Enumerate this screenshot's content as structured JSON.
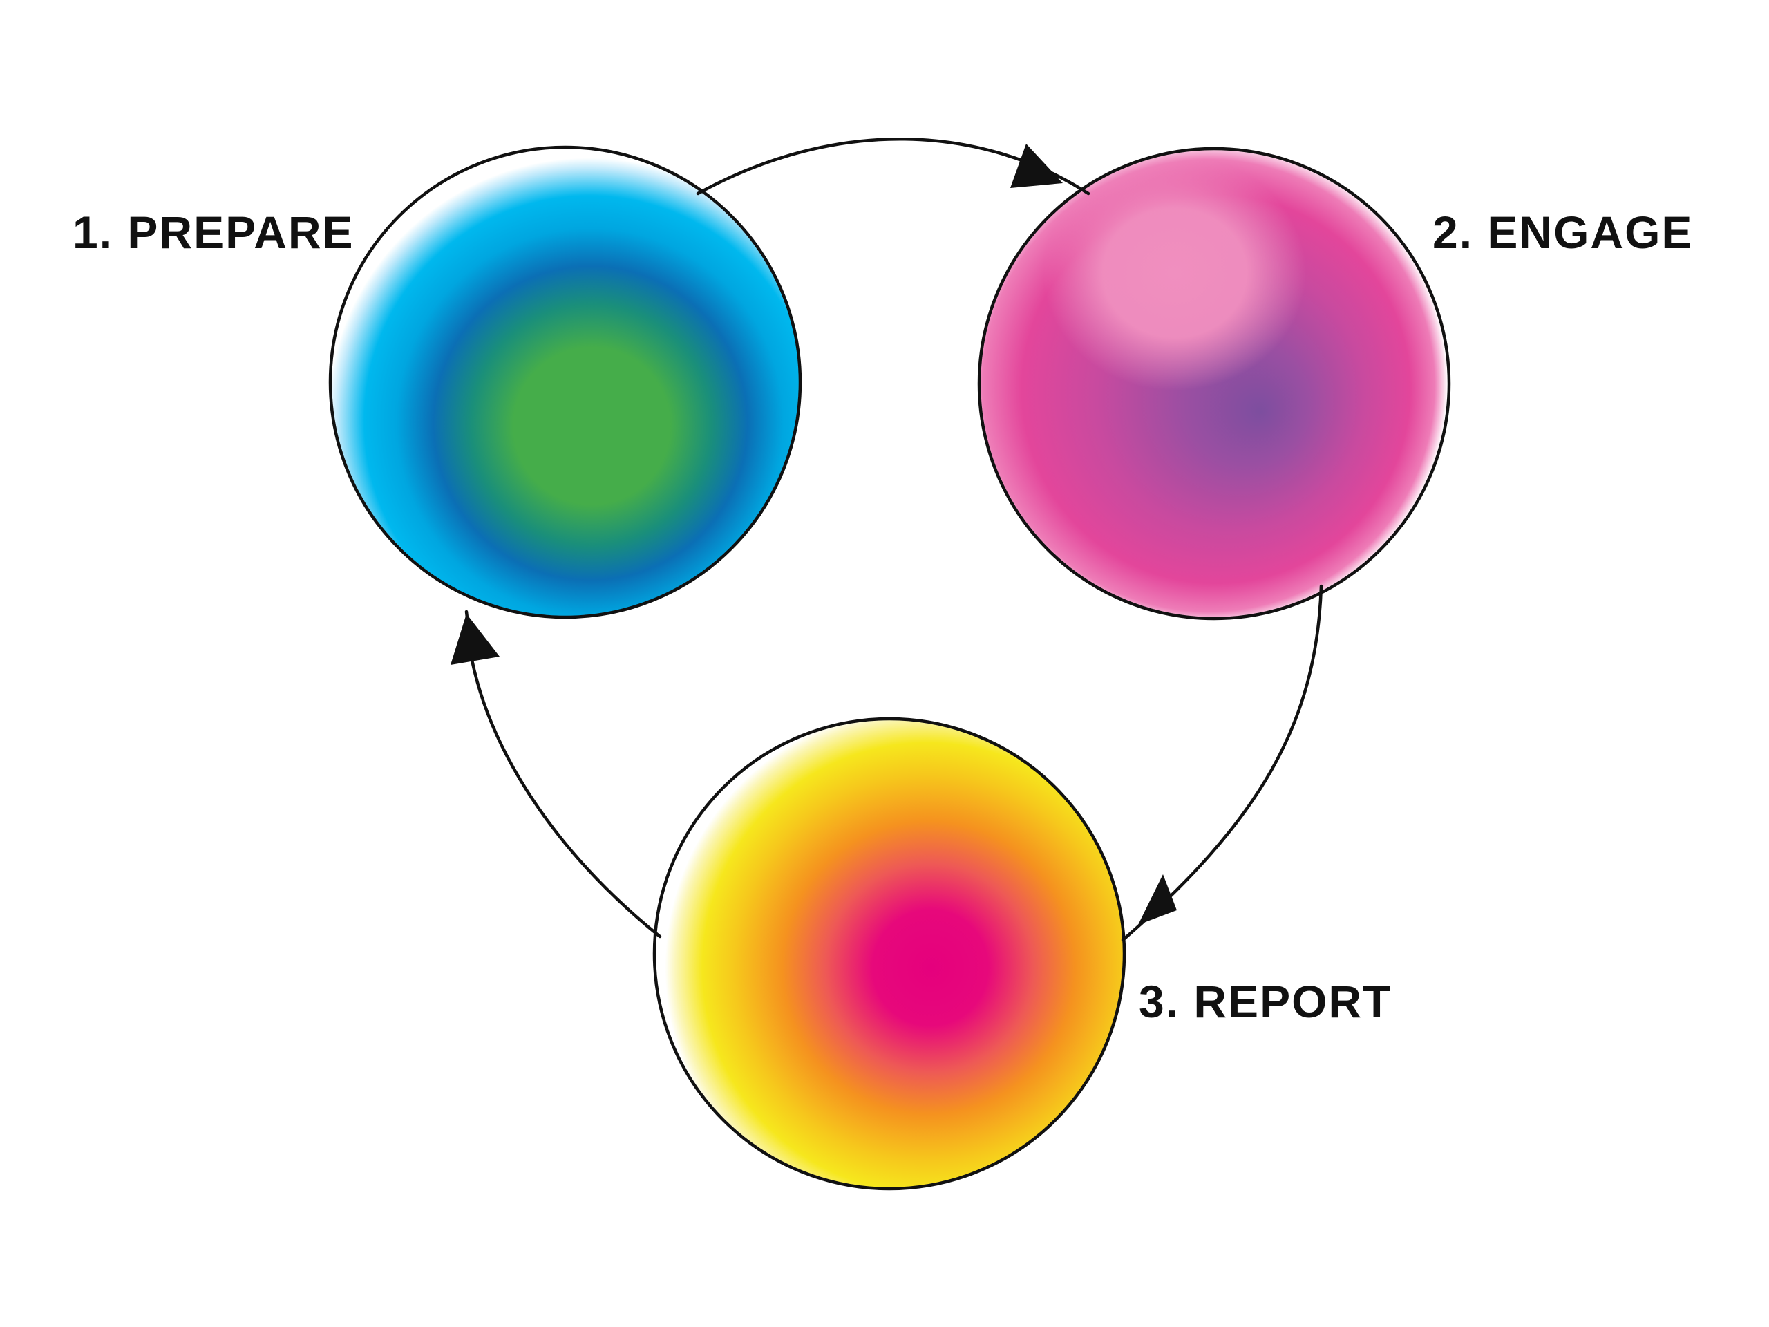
{
  "stages": [
    {
      "label": "1. PREPARE",
      "colors": {
        "inner": "#45ad4a",
        "mid": "#0b6fb5",
        "outer": "#00b8ee",
        "edge": "#ffffff"
      }
    },
    {
      "label": "2. ENGAGE",
      "colors": {
        "highlight": "#f08fbf",
        "inner": "#7d4e9f",
        "outer": "#e3469b",
        "edge": "#ffffff"
      }
    },
    {
      "label": "3. REPORT",
      "colors": {
        "inner": "#e5007d",
        "mid": "#f5921f",
        "outer": "#f6e71d",
        "edge": "#ffffff"
      }
    }
  ],
  "cycle": {
    "direction": "clockwise",
    "arrow_color": "#111111"
  }
}
